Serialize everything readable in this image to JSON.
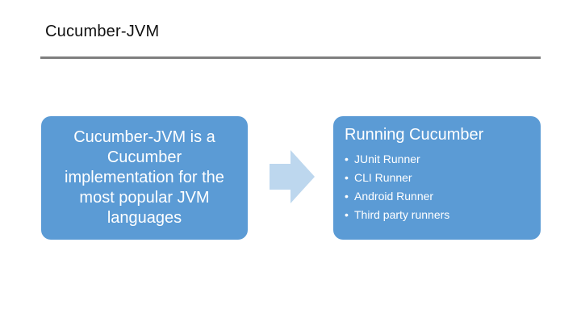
{
  "slide": {
    "title": "Cucumber-JVM"
  },
  "left_box": {
    "text": "Cucumber-JVM is a Cucumber implementation for the most popular JVM languages"
  },
  "arrow": {
    "icon": "right-arrow-icon"
  },
  "right_box": {
    "heading": "Running Cucumber",
    "items": [
      {
        "label": "JUnit Runner"
      },
      {
        "label": "CLI Runner"
      },
      {
        "label": "Android Runner"
      },
      {
        "label": "Third party runners"
      }
    ]
  },
  "colors": {
    "box_fill": "#5b9bd5",
    "arrow_fill": "#bdd7ee",
    "rule": "#7f7f7f"
  }
}
